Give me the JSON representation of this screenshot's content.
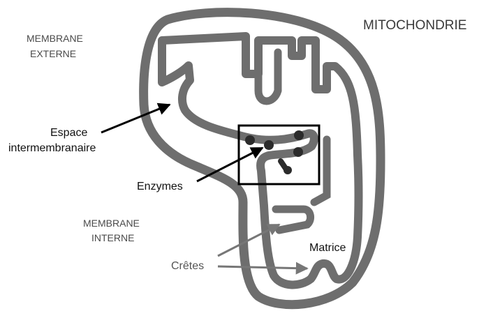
{
  "title": "MITOCHONDRIE",
  "labels": {
    "membrane_externe": [
      "MEMBRANE",
      "EXTERNE"
    ],
    "espace": [
      "Espace",
      "intermembranaire"
    ],
    "enzymes": "Enzymes",
    "membrane_interne": [
      "MEMBRANE",
      "INTERNE"
    ],
    "cretes": "Crêtes",
    "matrice": "Matrice"
  },
  "colors": {
    "membrane": "#6e6e6e",
    "enzyme": "#2b2b2b",
    "arrow_dark": "#000000",
    "arrow_gray": "#777777",
    "box": "#000000"
  }
}
